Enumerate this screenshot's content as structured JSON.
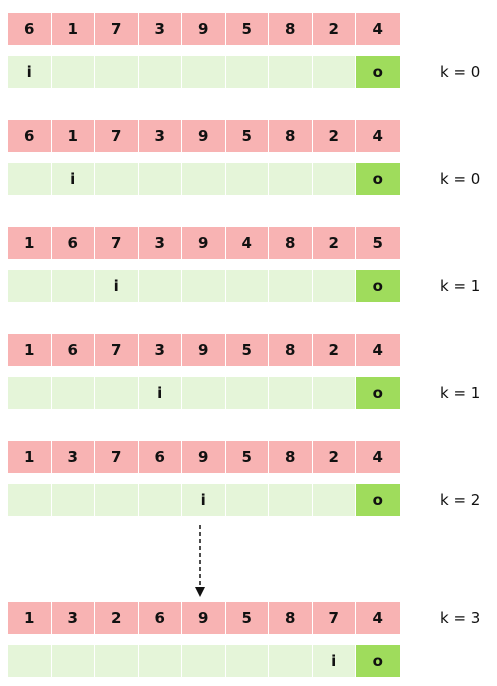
{
  "colors": {
    "array_cell": "#f8b3b3",
    "pointer_cell": "#e5f5d9",
    "o_cell": "#9fdc5c",
    "arrow": "#111111"
  },
  "markers": {
    "i": "i",
    "o": "o"
  },
  "steps": [
    {
      "array": [
        "6",
        "1",
        "7",
        "3",
        "9",
        "5",
        "8",
        "2",
        "4"
      ],
      "i_index": 0,
      "o_index": 8,
      "k_label": "k = 0"
    },
    {
      "array": [
        "6",
        "1",
        "7",
        "3",
        "9",
        "5",
        "8",
        "2",
        "4"
      ],
      "i_index": 1,
      "o_index": 8,
      "k_label": "k = 0"
    },
    {
      "array": [
        "1",
        "6",
        "7",
        "3",
        "9",
        "4",
        "8",
        "2",
        "5"
      ],
      "i_index": 2,
      "o_index": 8,
      "k_label": "k = 1"
    },
    {
      "array": [
        "1",
        "6",
        "7",
        "3",
        "9",
        "5",
        "8",
        "2",
        "4"
      ],
      "i_index": 3,
      "o_index": 8,
      "k_label": "k = 1"
    },
    {
      "array": [
        "1",
        "3",
        "7",
        "6",
        "9",
        "5",
        "8",
        "2",
        "4"
      ],
      "i_index": 4,
      "o_index": 8,
      "k_label": "k = 2"
    },
    {
      "array": [
        "1",
        "3",
        "2",
        "6",
        "9",
        "5",
        "8",
        "7",
        "4"
      ],
      "i_index": 7,
      "o_index": 8,
      "k_label": "k = 3"
    }
  ],
  "ellipsis_arrow": {
    "from_step": 4,
    "to_step": 5,
    "style": "dashed"
  }
}
